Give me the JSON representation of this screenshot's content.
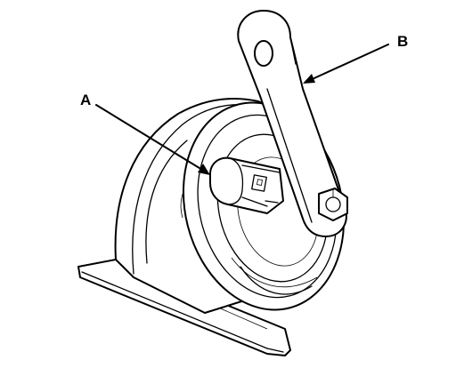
{
  "diagram": {
    "callouts": [
      {
        "id": "A",
        "label": "A",
        "target": "connector"
      },
      {
        "id": "B",
        "label": "B",
        "target": "mounting-bracket"
      }
    ],
    "line_color": "#000000",
    "background": "#ffffff"
  }
}
